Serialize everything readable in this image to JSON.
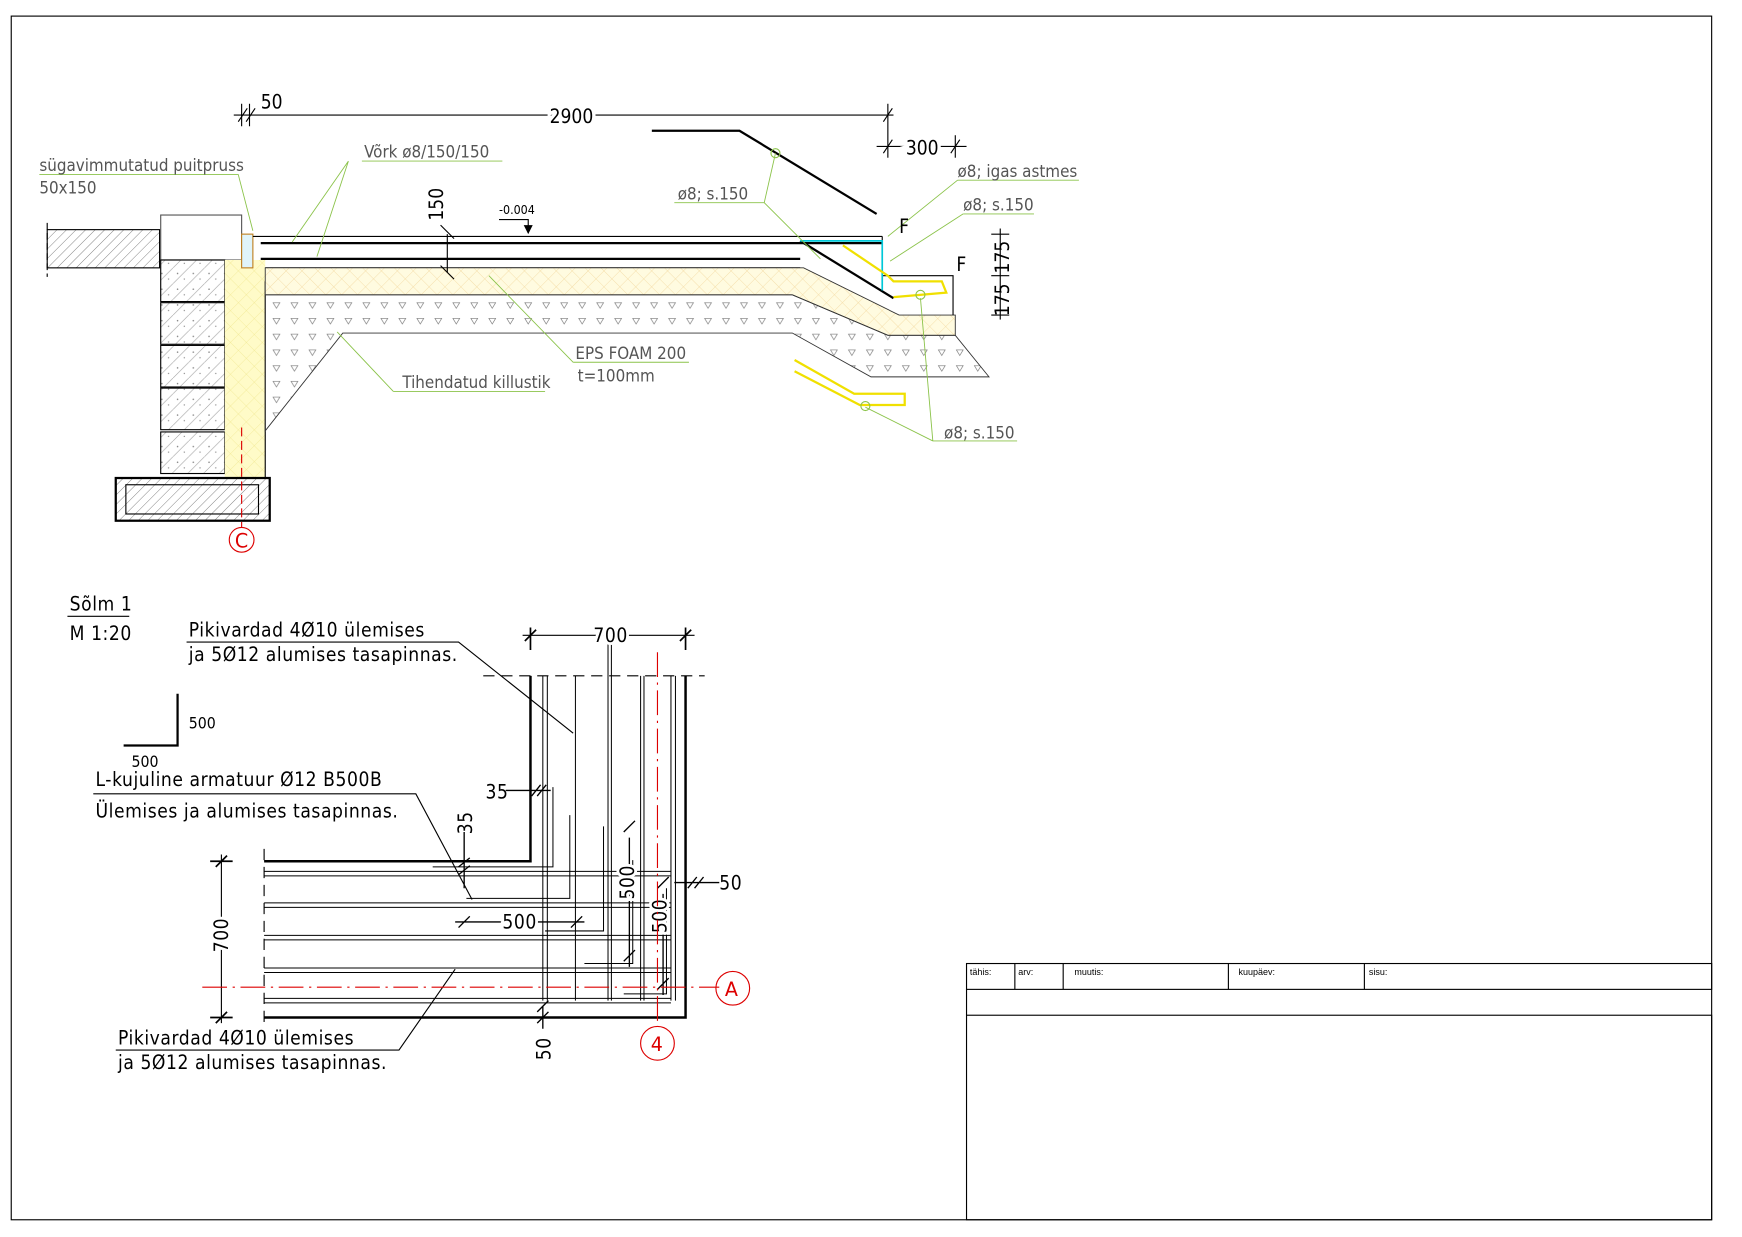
{
  "section": {
    "dims": {
      "d50": "50",
      "d2900": "2900",
      "d300": "300",
      "d150": "150",
      "d175a": "175",
      "d175b": "175",
      "level": "-0.004"
    },
    "labels": {
      "wood_line1": "sügavimmutatud  puitpruss",
      "wood_line2": "50x150",
      "mesh": "Võrk  ø8/150/150",
      "rebar_s150_left": "ø8;  s.150",
      "rebar_each_step": "ø8;  igas  astmes",
      "rebar_s150_right": "ø8;  s.150",
      "rebar_s150_bottom": "ø8;  s.150",
      "eps_line1": "EPS  FOAM  200",
      "eps_line2": "t=100mm",
      "gravel": "Tihendatud  killustik",
      "f1": "F",
      "f2": "F"
    },
    "axis_c": "C"
  },
  "detail": {
    "title": "Sõlm 1",
    "scale": "M 1:20",
    "l_shape": {
      "vertical": "500",
      "horizontal": "500"
    },
    "top_note_line1": "Pikivardad 4Ø10 ülemises",
    "top_note_line2": "ja 5Ø12 alumises tasapinnas.",
    "l_note_line1": "L-kujuline armatuur Ø12 B500B",
    "l_note_line2": "Ülemises ja alumises tasapinnas.",
    "bottom_note_line1": "Pikivardad 4Ø10 ülemises",
    "bottom_note_line2": "ja 5Ø12 alumises tasapinnas.",
    "dims": {
      "top700": "700",
      "left700": "700",
      "d35a": "35",
      "d35b": "35",
      "d500h": "500",
      "d500v1": "500",
      "d500v2": "500",
      "d50r": "50",
      "d50b": "50"
    },
    "axis_a": "A",
    "axis_4": "4"
  },
  "title_block": {
    "headers": [
      "tähis:",
      "arv:",
      "muutis:",
      "kuupäev:",
      "sisu:"
    ]
  }
}
